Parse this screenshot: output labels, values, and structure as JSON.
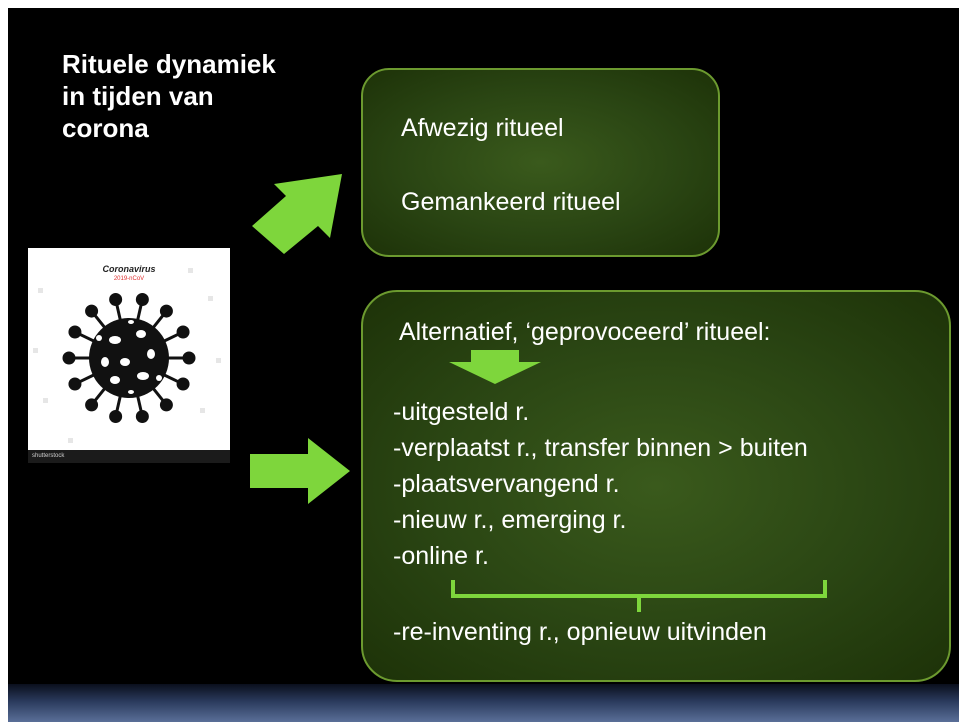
{
  "title_lines": [
    "Rituele dynamiek",
    "in tijden van",
    "corona"
  ],
  "top_box": {
    "line1": "Afwezig ritueel",
    "line2": "Gemankeerd ritueel"
  },
  "bottom_box": {
    "heading": "Alternatief, ‘geprovoceerd’ ritueel:",
    "items": [
      "-uitgesteld r.",
      "-verplaatst r., transfer   binnen > buiten",
      "-plaatsvervangend r.",
      "-nieuw r., emerging r.",
      "-online r."
    ],
    "footer": "-re-inventing r., opnieuw uitvinden"
  },
  "image_card": {
    "title": "Coronavirus",
    "subtitle": "2019-nCoV",
    "watermark": "shutterstock"
  },
  "colors": {
    "background": "#000000",
    "arrow": "#7ed63c",
    "box_border": "#6c9a2f",
    "box_fill": "#2a4513",
    "bracket": "#7ed63c",
    "text": "#ffffff"
  },
  "icons": [
    "coronavirus-icon",
    "arrow-up-right-icon",
    "arrow-right-icon",
    "arrow-down-icon",
    "bracket-icon"
  ]
}
